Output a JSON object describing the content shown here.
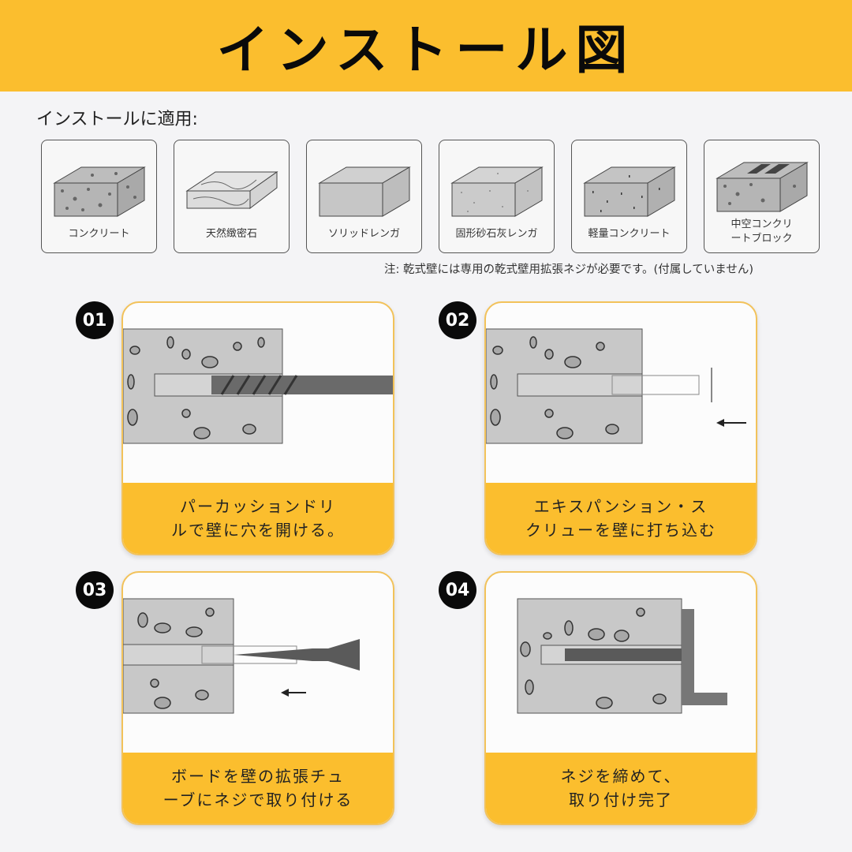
{
  "header": {
    "title": "インストール図"
  },
  "suitable": {
    "label": "インストールに適用:"
  },
  "materials": [
    {
      "name": "concrete",
      "label": "コンクリート"
    },
    {
      "name": "natural-dense-stone",
      "label": "天然緻密石"
    },
    {
      "name": "solid-brick",
      "label": "ソリッドレンガ"
    },
    {
      "name": "solid-sand-lime-brick",
      "label": "固形砂石灰レンガ"
    },
    {
      "name": "lightweight-concrete",
      "label": "軽量コンクリート"
    },
    {
      "name": "hollow-concrete-block",
      "label": "中空コンクリートブロック",
      "label_lines": [
        "中空コンクリ",
        "ートブロック"
      ]
    }
  ],
  "note": "注: 乾式壁には専用の乾式壁用拡張ネジが必要です。(付属していません)",
  "steps": [
    {
      "number": "01",
      "lines": [
        "パーカッションドリ",
        "ルで壁に穴を開ける。"
      ],
      "illustration": "drill-into-concrete"
    },
    {
      "number": "02",
      "lines": [
        "エキスパンション・ス",
        "クリューを壁に打ち込む"
      ],
      "illustration": "insert-anchor"
    },
    {
      "number": "03",
      "lines": [
        "ボードを壁の拡張チュ",
        "ーブにネジで取り付ける"
      ],
      "illustration": "drive-screw"
    },
    {
      "number": "04",
      "lines": [
        "ネジを締めて、",
        "取り付け完了"
      ],
      "illustration": "installation-complete"
    }
  ],
  "colors": {
    "accent": "#fbbe2e",
    "badge": "#0a0a0a",
    "background": "#f4f4f6",
    "concrete": "#c8c8c8"
  }
}
